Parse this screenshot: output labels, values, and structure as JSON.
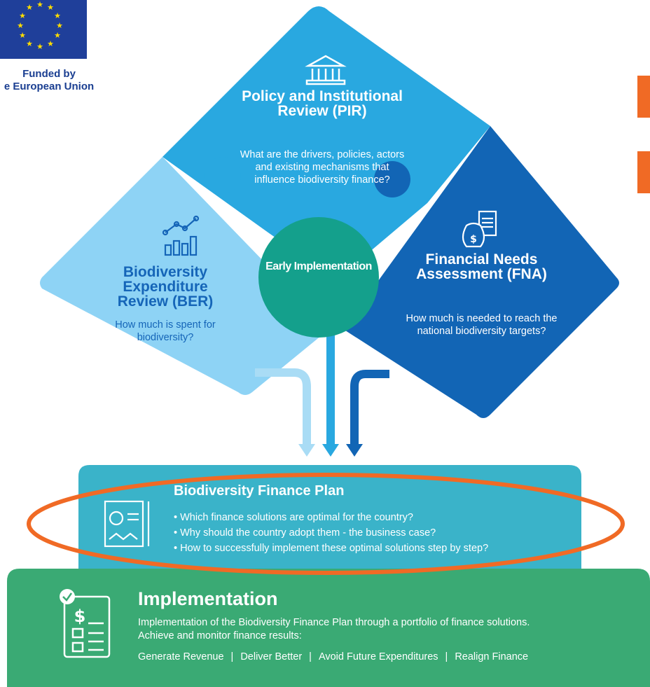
{
  "eu": {
    "label_line1": "Funded by",
    "label_line2": "e European Union"
  },
  "pir": {
    "title": "Policy and Institutional Review (PIR)",
    "description": "What are the drivers, policies, actors and existing mechanisms that influence biodiversity finance?"
  },
  "ber": {
    "title": "Biodiversity Expenditure Review (BER)",
    "description": "How much is spent for biodiversity?"
  },
  "fna": {
    "title": "Financial Needs Assessment (FNA)",
    "description": "How much is needed to reach the national biodiversity targets?"
  },
  "early": {
    "label": "Early Implementation"
  },
  "bfp": {
    "title": "Biodiversity Finance Plan",
    "bullets": [
      "Which finance solutions are optimal for the country?",
      "Why should the country adopt them - the business case?",
      "How to successfully implement these optimal solutions step by step?"
    ]
  },
  "implementation": {
    "title": "Implementation",
    "description": "Implementation of the Biodiversity Finance Plan through a portfolio of finance solutions. Achieve and monitor finance results:",
    "results": [
      "Generate Revenue",
      "Deliver Better",
      "Avoid Future Expenditures",
      "Realign Finance"
    ]
  },
  "colors": {
    "pir": "#29a8e0",
    "ber": "#8ed3f5",
    "fna": "#1265b5",
    "early": "#14a08c",
    "bfp": "#3ab3c9",
    "implementation": "#3aaa74",
    "highlight": "#f06a25"
  },
  "icons": [
    "eu-flag-icon",
    "institution-icon",
    "growth-chart-icon",
    "money-bag-invoice-icon",
    "plan-document-icon",
    "checklist-money-icon"
  ]
}
